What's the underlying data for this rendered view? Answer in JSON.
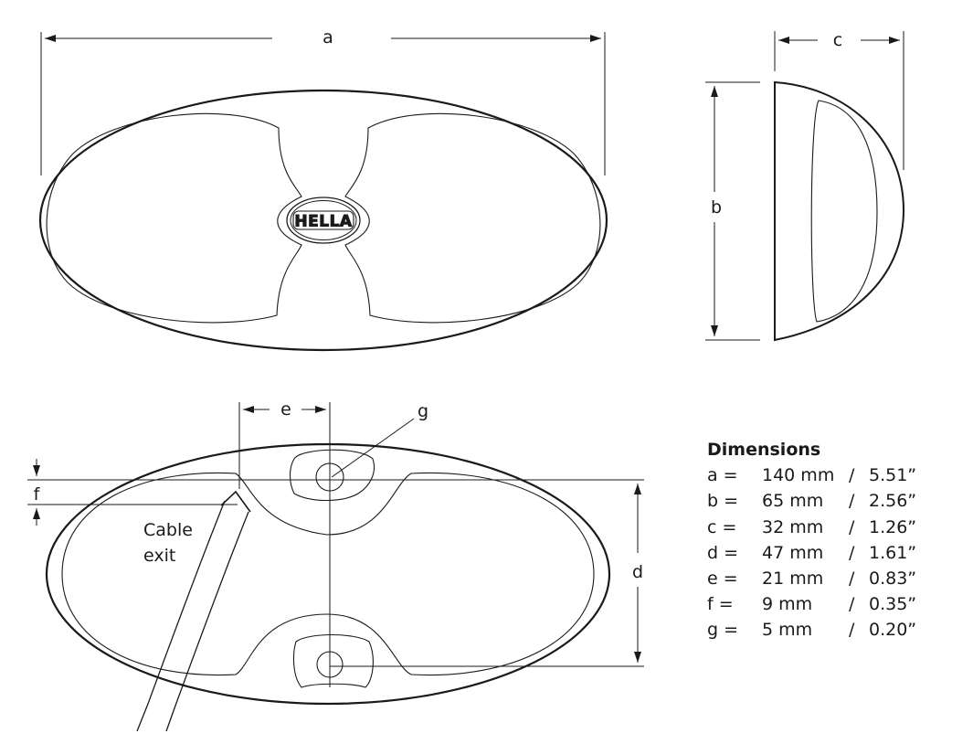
{
  "labels": {
    "a": "a",
    "b": "b",
    "c": "c",
    "d": "d",
    "e": "e",
    "f": "f",
    "g": "g",
    "cable_line1": "Cable",
    "cable_line2": "exit",
    "logo": "HELLA"
  },
  "dimensions": {
    "heading": "Dimensions",
    "rows": [
      {
        "key": "a =",
        "mm": "140 mm",
        "sep": "/",
        "inch": "5.51”"
      },
      {
        "key": "b =",
        "mm": "65 mm",
        "sep": "/",
        "inch": "2.56”"
      },
      {
        "key": "c =",
        "mm": "32 mm",
        "sep": "/",
        "inch": "1.26”"
      },
      {
        "key": "d =",
        "mm": "47 mm",
        "sep": "/",
        "inch": "1.61”"
      },
      {
        "key": "e =",
        "mm": "21 mm",
        "sep": "/",
        "inch": "0.83”"
      },
      {
        "key": "f =",
        "mm": "9 mm",
        "sep": "/",
        "inch": "0.35”"
      },
      {
        "key": "g =",
        "mm": "5 mm",
        "sep": "/",
        "inch": "0.20”"
      }
    ]
  },
  "colors": {
    "line": "#1a1a1a",
    "background": "#ffffff"
  }
}
